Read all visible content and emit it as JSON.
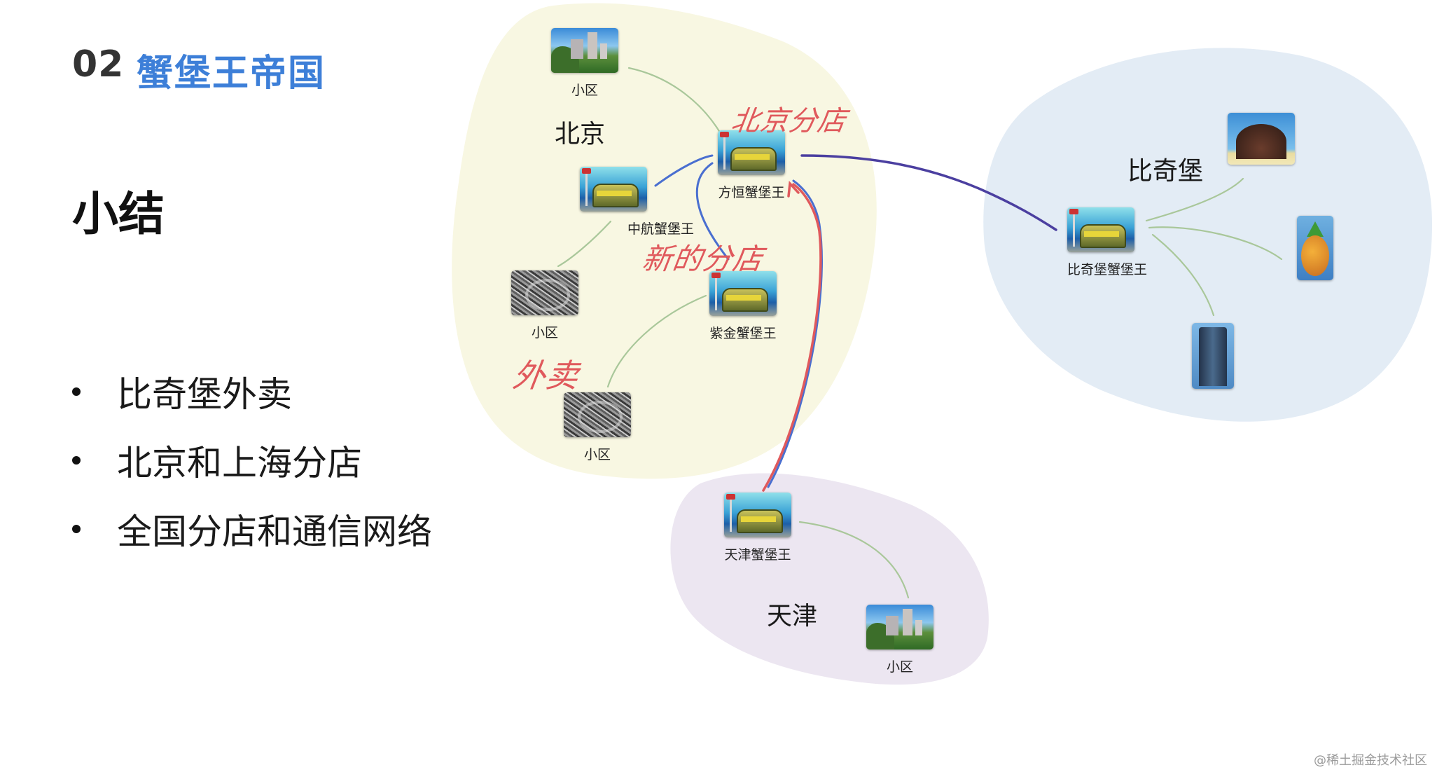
{
  "header": {
    "slide_number": "02",
    "slide_title": "蟹堡王帝国"
  },
  "section": {
    "heading": "小结",
    "bullets": [
      "比奇堡外卖",
      "北京和上海分店",
      "全国分店和通信网络"
    ]
  },
  "diagram": {
    "regions": [
      {
        "id": "beijing",
        "label": "北京",
        "color": "#f8f7e2"
      },
      {
        "id": "bikini-bottom",
        "label": "比奇堡",
        "color": "#e3ecf5"
      },
      {
        "id": "tianjin",
        "label": "天津",
        "color": "#ece6f1"
      }
    ],
    "nodes": {
      "bj_apt_top": "小区",
      "fangheng": "方恒蟹堡王",
      "zhonghang": "中航蟹堡王",
      "bj_apt_mid": "小区",
      "zijin": "紫金蟹堡王",
      "bj_apt_bottom": "小区",
      "bikini_krusty": "比奇堡蟹堡王",
      "tianjin_krusty": "天津蟹堡王",
      "tj_apt": "小区"
    },
    "bikini_houses": [
      "rock-house-icon",
      "pineapple-house-icon",
      "tiki-house-icon"
    ],
    "annotations": {
      "beijing_branch": "北京分店",
      "new_branch": "新的分店",
      "delivery": "外卖"
    },
    "colors": {
      "tree_link": "#a9c79a",
      "blue_link": "#4a6fd0",
      "purple_link": "#4b3fa0",
      "annotation_red": "#e0595c"
    }
  },
  "watermark": "@稀土掘金技术社区"
}
